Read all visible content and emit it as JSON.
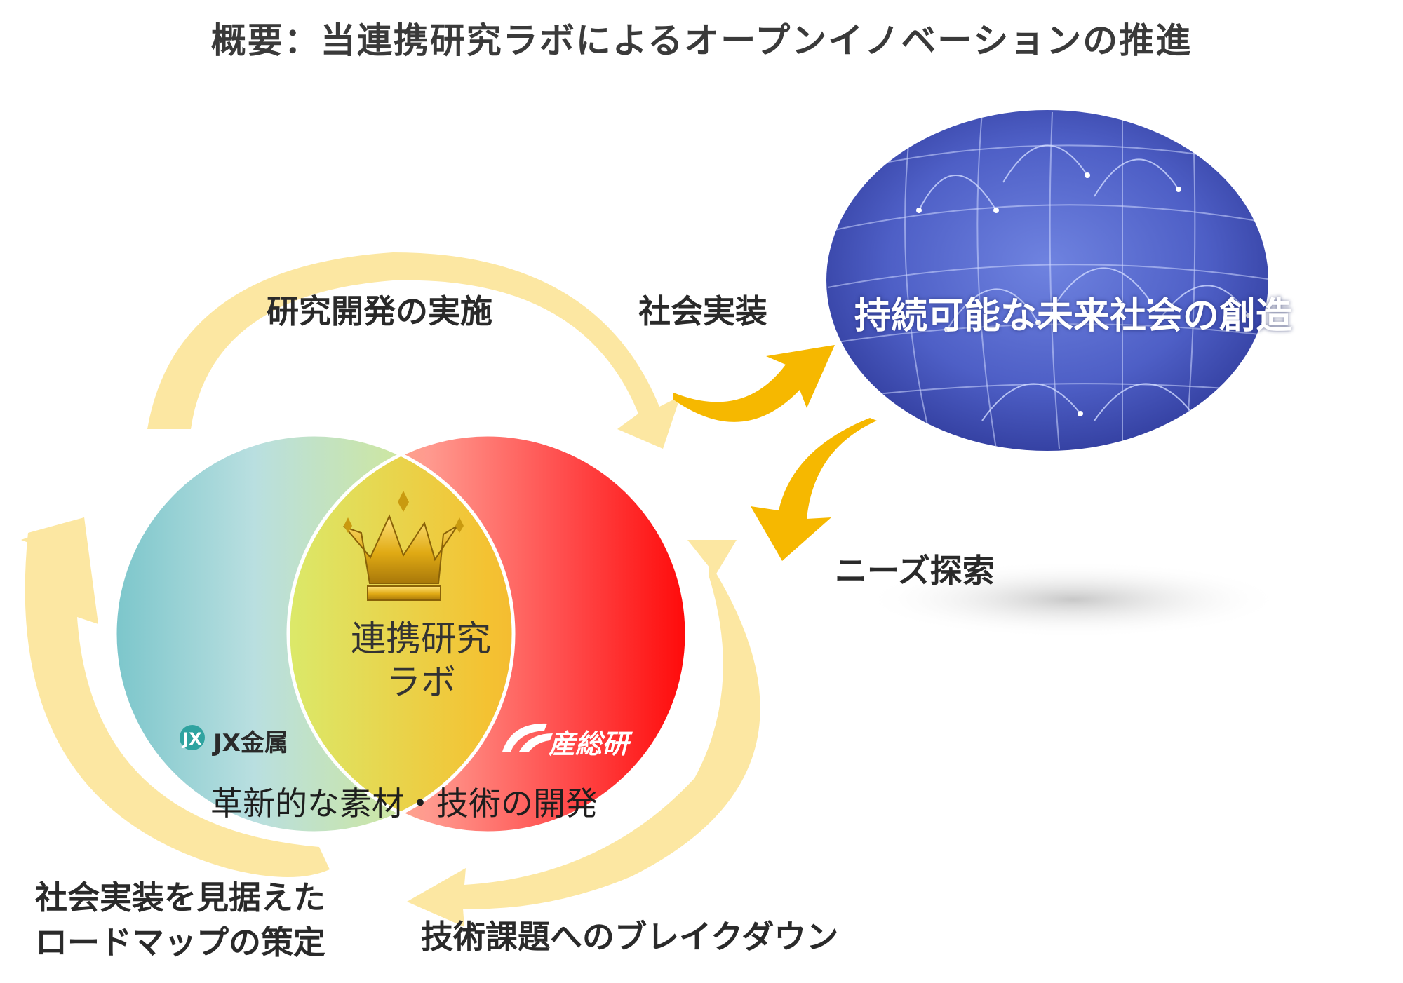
{
  "title": "概要：当連携研究ラボによるオープンイノベーションの推進",
  "labels": {
    "cycle_top": "研究開発の実施",
    "social_implementation": "社会実装",
    "future_society": "持続可能な未来社会の創造",
    "needs_exploration": "ニーズ探索",
    "lab_line1": "連携研究",
    "lab_line2": "ラボ",
    "development": "革新的な素材・技術の開発",
    "roadmap_line1": "社会実装を見据えた",
    "roadmap_line2": "ロードマップの策定",
    "breakdown": "技術課題へのブレイクダウン"
  },
  "logos": {
    "jx_mark": "JX",
    "jx_name": "JX金属",
    "aist_name": "産総研"
  },
  "icons": [
    "crown-icon",
    "globe-network-icon"
  ],
  "colors": {
    "cycle_arrow": "#fce7a2",
    "implementation_arrow": "#f6b800",
    "jx_circle_left": "#7cc9cf",
    "jx_circle_right": "#d8ee7a",
    "aist_circle_left": "#f5c06a",
    "aist_circle_right": "#ff1010",
    "globe": "#4a5bc4"
  }
}
